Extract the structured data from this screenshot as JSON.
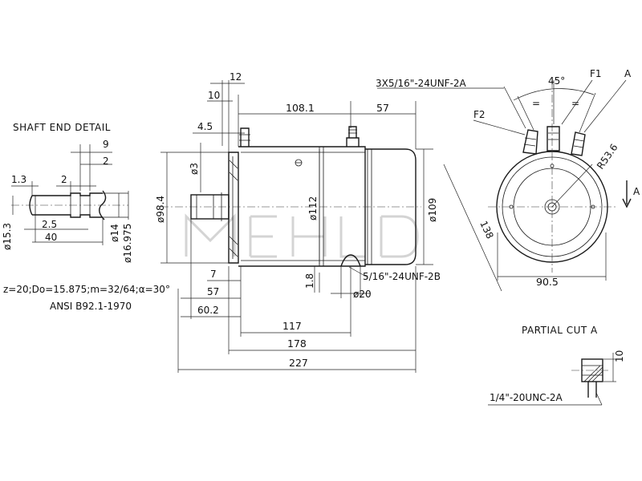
{
  "headings": {
    "shaft_end_detail": "SHAFT END DETAIL",
    "partial_cut_a": "PARTIAL CUT A"
  },
  "spec_lines": {
    "gear": "z=20;Do=15.875;m=32/64;α=30°",
    "standard": "ANSI B92.1-1970"
  },
  "shaft_detail_dims": {
    "d9": "9",
    "d2_top": "2",
    "d1_3": "1.3",
    "d2_mid": "2",
    "d2_5": "2.5",
    "d40": "40",
    "dia15_3": "ø15.3",
    "dia14": "ø14",
    "dia16_975": "ø16.975"
  },
  "side_view_dims": {
    "d12": "12",
    "d10": "10",
    "d108_1": "108.1",
    "d57_top": "57",
    "d4_5": "4.5",
    "dia3": "ø3",
    "dia98_4": "ø98.4",
    "dia112": "ø112",
    "dia109": "ø109",
    "d7": "7",
    "d1_8": "1.8",
    "d57_bottom": "57",
    "d60_2": "60.2",
    "dia20": "ø20",
    "thread_side": "5/16\"-24UNF-2B",
    "d117": "117",
    "d178": "178",
    "d227": "227"
  },
  "end_view_dims": {
    "thread_terminals": "3X5/16\"-24UNF-2A",
    "angle": "45°",
    "f1": "F1",
    "f2": "F2",
    "a_label": "A",
    "r53_6": "R53.6",
    "d138": "138",
    "d90_5": "90.5",
    "section_a": "A",
    "eq1": "=",
    "eq2": "="
  },
  "partial_cut_dims": {
    "d10": "10",
    "thread": "1/4\"-20UNC-2A"
  }
}
